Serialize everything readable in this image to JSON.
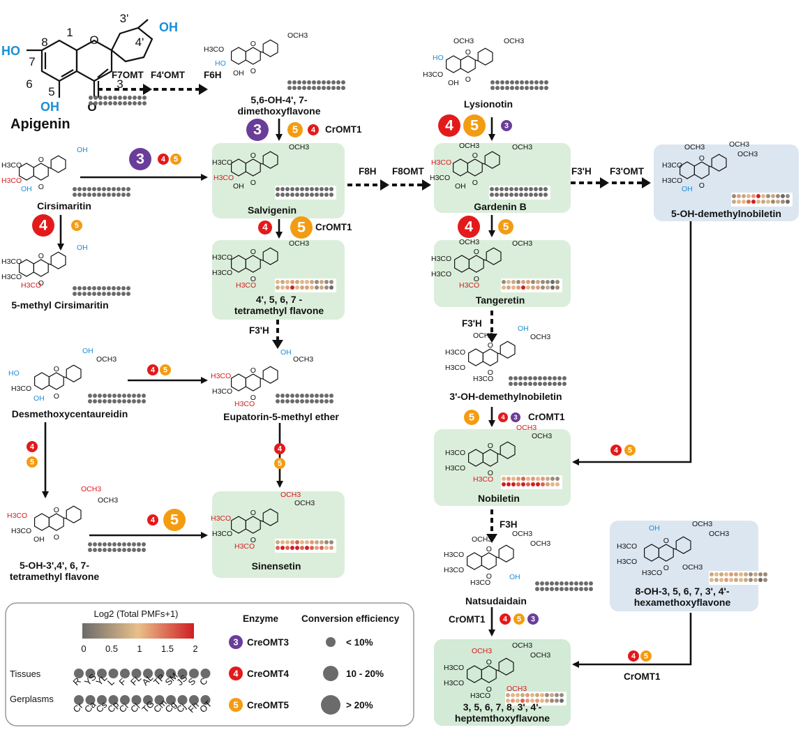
{
  "compounds": {
    "apigenin": "Apigenin",
    "dihydroxy_dimethoxy": [
      "5,6-OH-4', 7-",
      "dimethoxyflavone"
    ],
    "lysionotin": "Lysionotin",
    "cirsimaritin": "Cirsimaritin",
    "salvigenin": "Salvigenin",
    "gardenin_b": "Gardenin B",
    "demethylnobiletin_5oh": "5-OH-demethylnobiletin",
    "methyl_cirsimaritin": "5-methyl Cirsimaritin",
    "tetramethyl_flavone": [
      "4', 5, 6, 7 -",
      "tetramethyl flavone"
    ],
    "tangeretin": "Tangeretin",
    "demethylnobiletin_3oh": "3'-OH-demethylnobiletin",
    "desmethoxycentaureidin": "Desmethoxycentaureidin",
    "eupatorin": "Eupatorin-5-methyl ether",
    "nobiletin": "Nobiletin",
    "tetramethyl_5oh": [
      "5-OH-3',4', 6, 7-",
      "tetramethyl flavone"
    ],
    "sinensetin": "Sinensetin",
    "natsudaidain": "Natsudaidain",
    "hexamethoxy": [
      "8-OH-3, 5, 6, 7, 3', 4'-",
      "hexamethoxyflavone"
    ],
    "heptamethoxy": [
      "3, 5, 6, 7, 8, 3', 4'-",
      "heptemthoxyflavone"
    ]
  },
  "enzymes": {
    "f7omt": "F7OMT",
    "f4omt": "F4'OMT",
    "f6h": "F6H",
    "f8h": "F8H",
    "f8omt": "F8OMT",
    "f3h_prime": "F3'H",
    "f3omt": "F3'OMT",
    "f3h": "F3H",
    "cromt1": "CrOMT1"
  },
  "apigenin_labels": {
    "oh_top": "OH",
    "oh_left": "HO",
    "oh_bottom": "OH",
    "o_ring": "O",
    "o_ketone": "O",
    "pos_1": "1",
    "pos_3": "3",
    "pos_5": "5",
    "pos_6": "6",
    "pos_7": "7",
    "pos_8": "8",
    "pos_3p": "3'",
    "pos_4p": "4'"
  },
  "atoms": {
    "h3co": "H3CO",
    "och3": "OCH3",
    "ho": "HO",
    "oh": "OH",
    "o": "O"
  },
  "legend": {
    "colorbar_title": "Log2 (Total PMFs+1)",
    "colorbar_ticks": [
      "0",
      "0.5",
      "1",
      "1.5",
      "2"
    ],
    "tissues_label": "Tissues",
    "germplasms_label": "Gerplasms",
    "tissues": [
      "R",
      "YS",
      "YL",
      "L",
      "F",
      "FL",
      "AL",
      "TP",
      "SM",
      "JS",
      "S",
      "C"
    ],
    "germplasms": [
      "Cr",
      "Ca",
      "Cs",
      "Cp",
      "Ci",
      "Cl",
      "TG",
      "Cm",
      "Cg",
      "Cj",
      "Fh",
      "OT"
    ],
    "enzyme_header": "Enzyme",
    "efficiency_header": "Conversion efficiency",
    "enzymes": [
      {
        "num": "3",
        "name": "CreOMT3",
        "color": "#6a3d9a"
      },
      {
        "num": "4",
        "name": "CreOMT4",
        "color": "#e31a1c"
      },
      {
        "num": "5",
        "name": "CreOMT5",
        "color": "#f39c12"
      }
    ],
    "efficiency": [
      "< 10%",
      "10 - 20%",
      "> 20%"
    ]
  },
  "colors": {
    "green_box": "#dbeedb",
    "blue_box": "#dbe6f1",
    "creomt3": "#6a3d9a",
    "creomt4": "#e31a1c",
    "creomt5": "#f39c12",
    "oh_blue": "#1a8fd6",
    "methyl_red": "#d7191c"
  }
}
